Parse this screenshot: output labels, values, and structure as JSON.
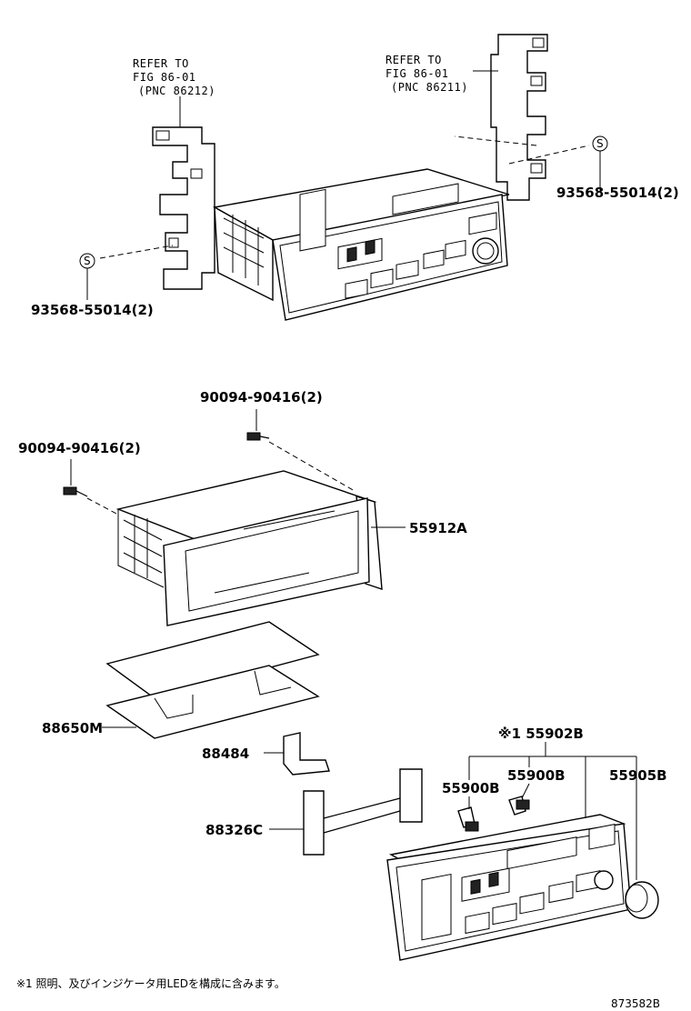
{
  "labels": {
    "refer1_line1": "REFER TO",
    "refer1_line2": "FIG 86-01",
    "refer1_line3": "(PNC 86212)",
    "refer2_line1": "REFER TO",
    "refer2_line2": "FIG 86-01",
    "refer2_line3": "(PNC 86211)",
    "clip_right": "93568-55014(2)",
    "clip_left": "93568-55014(2)",
    "screw_top": "90094-90416(2)",
    "screw_left": "90094-90416(2)",
    "bracket": "55912A",
    "sheet": "88650M",
    "part_88484": "88484",
    "part_88326c": "88326C",
    "assy": "※1 55902B",
    "knob_a": "55900B",
    "knob_b": "55900B",
    "knob_c": "55905B",
    "clip_symbol": "S",
    "footnote": "※1 照明、及びインジケータ用LEDを構成に含みます。",
    "drawing_no": "873582B"
  }
}
